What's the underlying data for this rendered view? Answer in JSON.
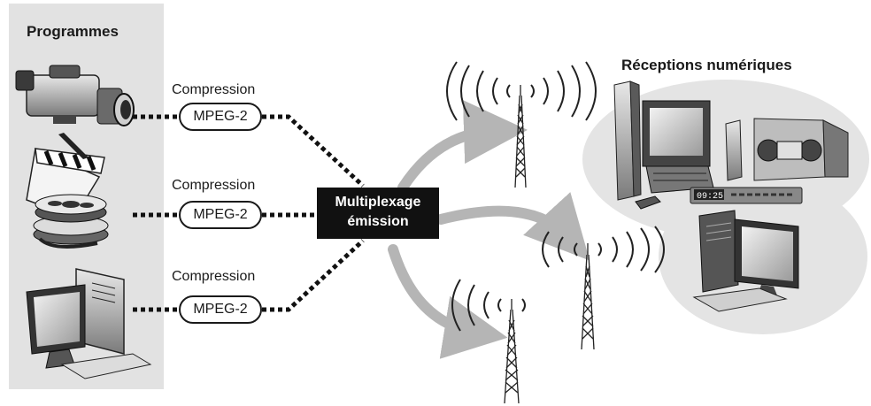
{
  "diagram": {
    "programmes_title": "Programmes",
    "receptions_title": "Réceptions numériques",
    "sources": [
      {
        "compression_label": "Compression",
        "codec": "MPEG-2",
        "icon": "video-camera-icon"
      },
      {
        "compression_label": "Compression",
        "codec": "MPEG-2",
        "icon": "film-reel-clapper-icon"
      },
      {
        "compression_label": "Compression",
        "codec": "MPEG-2",
        "icon": "computer-icon"
      }
    ],
    "multiplexer": {
      "line1": "Multiplexage",
      "line2": "émission"
    },
    "receiver_clock": "09:25"
  }
}
